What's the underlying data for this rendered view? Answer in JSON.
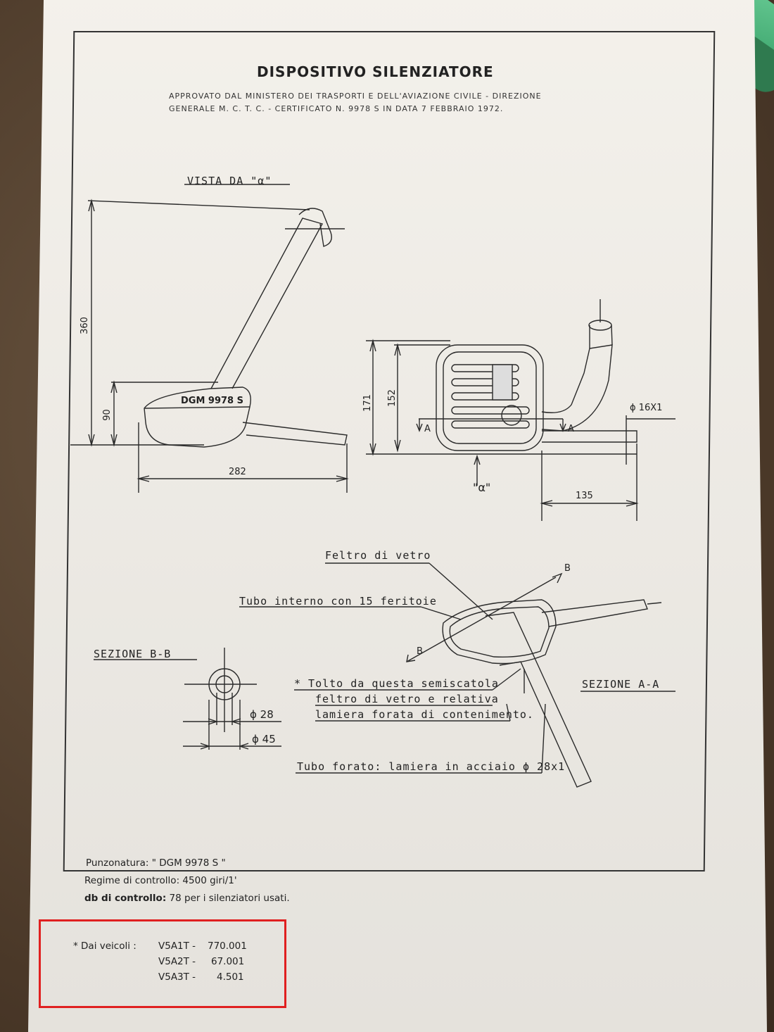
{
  "header": {
    "title": "DISPOSITIVO SILENZIATORE",
    "subtitle_line1": "APPROVATO DAL MINISTERO DEI TRASPORTI E DELL'AVIAZIONE CIVILE - DIREZIONE",
    "subtitle_line2": "GENERALE M. C. T. C. - CERTIFICATO N. 9978 S IN DATA 7 FEBBRAIO 1972."
  },
  "drawing": {
    "view_label": "VISTA DA \"α\"",
    "stamp": "DGM 9978 S",
    "dims": {
      "d360": "360",
      "d90": "90",
      "d282": "282",
      "d171": "171",
      "d152": "152",
      "d135": "135",
      "d16": "ϕ 16X1",
      "d28": "ϕ 28",
      "d45": "ϕ 45"
    },
    "arrow_a": "A",
    "arrow_b": "B",
    "alpha_marker": "\"α\"",
    "section_bb": "SEZIONE B-B",
    "section_aa": "SEZIONE A-A",
    "callouts": {
      "feltro": "Feltro di vetro",
      "tubo_interno": "Tubo interno con 15 feritoie",
      "tolto1": "* Tolto da questa semiscatola",
      "tolto2": "feltro di vetro e relativa",
      "tolto3": "lamiera forata di contenimento.",
      "tubo_forato": "Tubo forato: lamiera in acciaio ϕ 28x1"
    }
  },
  "info": {
    "punzonatura_label": "Punzonatura:",
    "punzonatura_value": "\" DGM 9978 S \"",
    "regime_label": "Regime di controllo:",
    "regime_value": "4500 giri/1'",
    "db_label": "db di controllo:",
    "db_value": "78 per i silenziatori usati."
  },
  "vehicles": {
    "label": "* Dai veicoli :",
    "rows": [
      {
        "model": "V5A1T -",
        "number": "770.001"
      },
      {
        "model": "V5A2T -",
        "number": "67.001"
      },
      {
        "model": "V5A3T -",
        "number": "4.501"
      }
    ]
  },
  "colors": {
    "highlight": "#e02020",
    "paper": "#f3f0ea",
    "ink": "#222222",
    "marker": "#4fbf82"
  }
}
